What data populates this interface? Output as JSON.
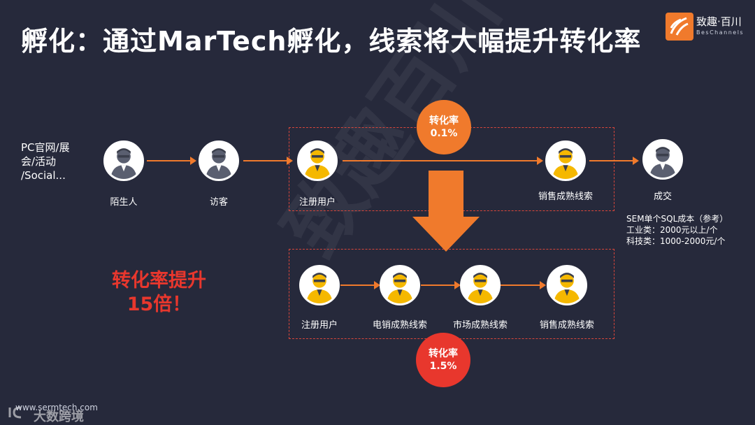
{
  "title": "孵化：通过MarTech孵化，线索将大幅提升转化率",
  "logo": {
    "brand_cn": "致趣·百川",
    "brand_en": "BesChannels"
  },
  "watermark": "致趣百川",
  "source_text": [
    "PC官网/展",
    "会/活动",
    "/Social..."
  ],
  "colors": {
    "background": "#26293b",
    "accent_orange": "#f07a2c",
    "accent_red": "#e8372d",
    "dashed_border": "#d9463b",
    "node_yellow": "#f5b800",
    "node_gray": "#5a5f70"
  },
  "top_flow": {
    "nodes": [
      {
        "label": "陌生人",
        "style": "gray"
      },
      {
        "label": "访客",
        "style": "gray"
      },
      {
        "label": "注册用户",
        "style": "yellow"
      },
      {
        "label": "销售成熟线索",
        "style": "yellow"
      },
      {
        "label": "成交",
        "style": "gray"
      }
    ],
    "conversion_badge": {
      "label": "转化率",
      "value": "0.1%"
    }
  },
  "bottom_flow": {
    "nodes": [
      {
        "label": "注册用户",
        "style": "yellow"
      },
      {
        "label": "电销成熟线索",
        "style": "yellow"
      },
      {
        "label": "市场成熟线索",
        "style": "yellow"
      },
      {
        "label": "销售成熟线索",
        "style": "yellow"
      }
    ],
    "conversion_badge": {
      "label": "转化率",
      "value": "1.5%"
    }
  },
  "cost_note": [
    "SEM单个SQL成本（参考）",
    "工业类：2000元以上/个",
    "科技类：1000-2000元/个"
  ],
  "boost_text": [
    "转化率提升",
    "15倍！"
  ],
  "footer": {
    "url": "www.sermtech.com",
    "brand": "大数跨境"
  }
}
